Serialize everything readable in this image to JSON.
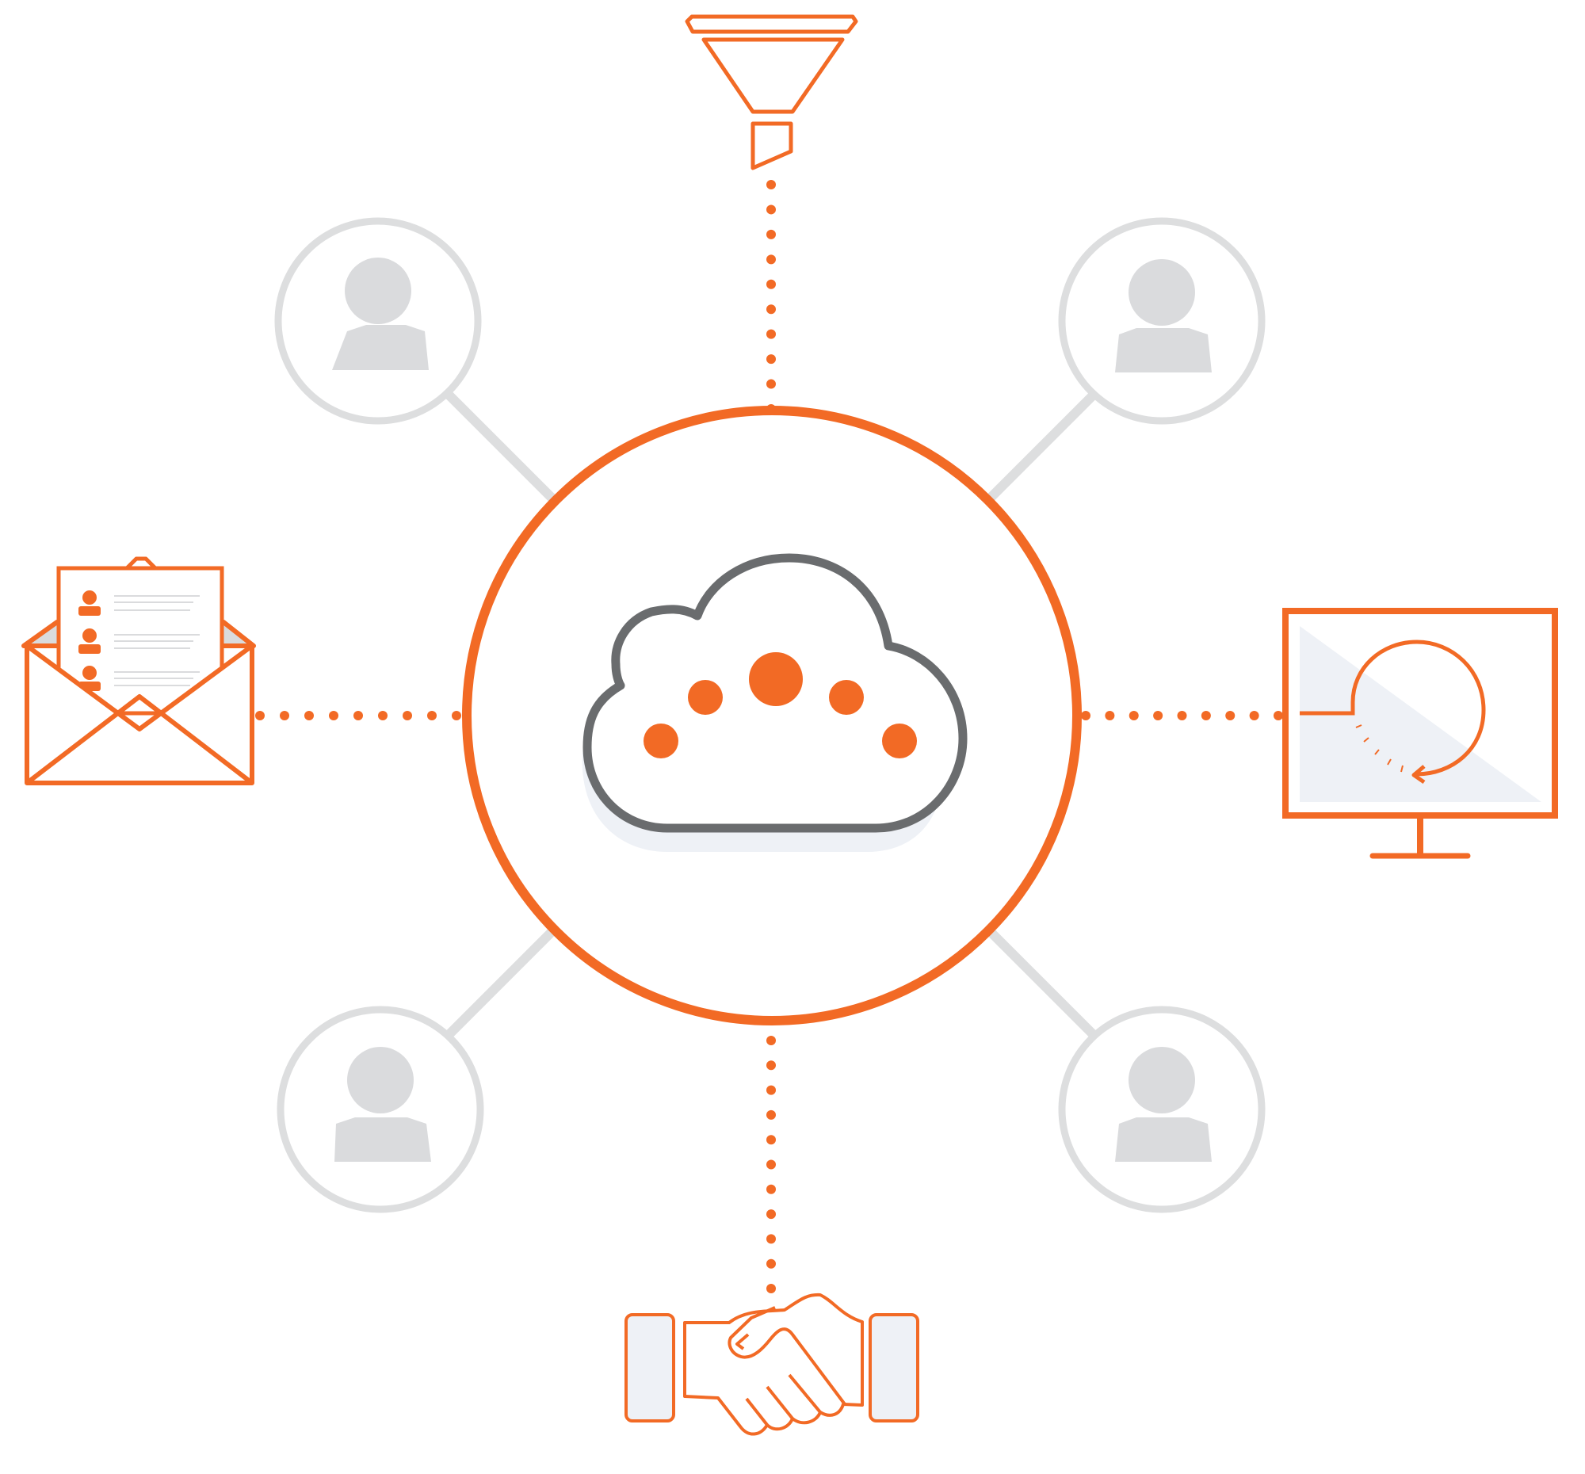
{
  "colors": {
    "accent": "#F26A25",
    "gray_line": "#DDDEDF",
    "gray_fill": "#DADBDD",
    "cloud_stroke": "#6A6C6E",
    "shadow": "#EEF1F6",
    "white": "#FFFFFF"
  },
  "diagram": {
    "hub": {
      "icon": "cloud-icon",
      "dot_count": 5
    },
    "users": [
      {
        "position": "top-left",
        "icon": "user-icon"
      },
      {
        "position": "top-right",
        "icon": "user-icon"
      },
      {
        "position": "bottom-left",
        "icon": "user-icon"
      },
      {
        "position": "bottom-right",
        "icon": "user-icon"
      }
    ],
    "satellites": [
      {
        "position": "top",
        "icon": "funnel-icon"
      },
      {
        "position": "left",
        "icon": "envelope-contacts-icon"
      },
      {
        "position": "right",
        "icon": "monitor-refresh-icon"
      },
      {
        "position": "bottom",
        "icon": "handshake-icon"
      }
    ]
  }
}
